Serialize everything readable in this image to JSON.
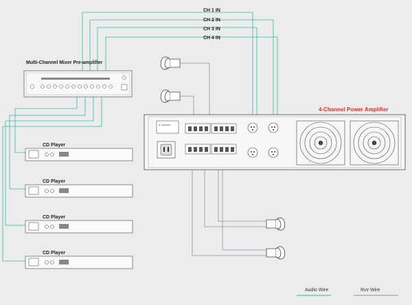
{
  "channel_labels": [
    "CH 1 IN",
    "CH 2 IN",
    "CH 3 IN",
    "CH 4 IN"
  ],
  "mixer": {
    "title": "Multi-Channel Mixer Pre-amplifier"
  },
  "amplifier": {
    "title": "4-Channel Power Amplifier",
    "accent_color": "#e0312c"
  },
  "cd_players": [
    {
      "label": "CD Player"
    },
    {
      "label": "CD Player"
    },
    {
      "label": "CD Player"
    },
    {
      "label": "CD Player"
    }
  ],
  "legend": {
    "audio_wire": {
      "label": "Audio Wire",
      "color": "#2fb8a0"
    },
    "rvv_wire": {
      "label": "Rvv  Wire",
      "color": "#8a8fa8"
    }
  },
  "icons": [
    "speaker-icon",
    "xlr-connector-icon",
    "fan-grille-icon",
    "power-inlet-icon"
  ]
}
